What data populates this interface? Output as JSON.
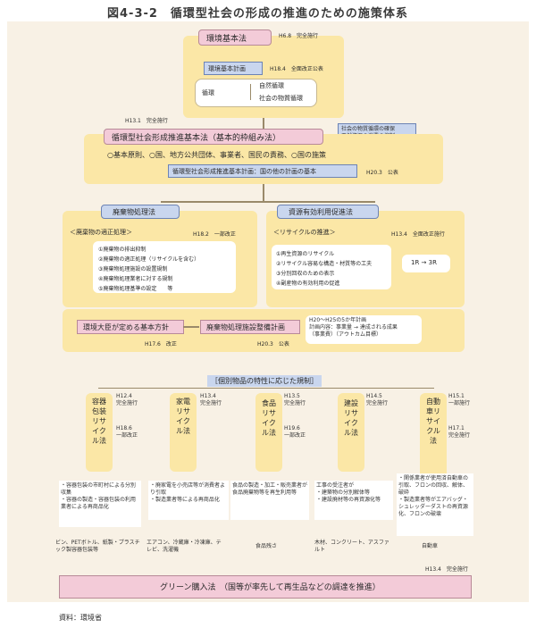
{
  "figure_title": "図4-3-2　循環型社会の形成の推進のための施策体系",
  "env_basic_law": {
    "label": "環境基本法",
    "date": "H6.8　完全施行"
  },
  "env_basic_plan": {
    "label": "環境基本計画",
    "date": "H18.4　全面改正公表"
  },
  "circulation": {
    "label": "循環",
    "items": [
      "自然循環",
      "社会の物質循環"
    ]
  },
  "society_note": "社会の物質循環の確保\n天然資源の消費の抑制\n環境負荷の低減",
  "cs_date": "H13.1　完全施行",
  "cs_law": "循環型社会形成推進基本法（基本的枠組み法）",
  "cs_principles": "○基本原則、○国、地方公共団体、事業者、国民の責務、○国の施策",
  "cs_plan": {
    "label": "循環型社会形成推進基本計画：国の他の計画の基本",
    "date": "H20.3　公表"
  },
  "waste_law": {
    "label": "廃棄物処理法",
    "subtitle": "＜廃棄物の適正処理＞",
    "date": "H18.2　一部改正",
    "items": [
      "①廃棄物の排出抑制",
      "②廃棄物の適正処理（リサイクルを含む）",
      "③廃棄物処理施設の設置規制",
      "④廃棄物処理業者に対する規制",
      "⑤廃棄物処理基準の設定　　等"
    ]
  },
  "resource_law": {
    "label": "資源有効利用促進法",
    "subtitle": "＜リサイクルの推進＞",
    "date": "H13.4　全面改正施行",
    "items": [
      "①再生資源のリサイクル",
      "②リサイクル容易な構造・材質等の工夫",
      "③分別回収のための表示",
      "④副産物の有効利用の促進"
    ],
    "badge": "1R → 3R"
  },
  "minister_policy": {
    "label": "環境大臣が定める基本方針",
    "date": "H17.6　改正"
  },
  "facility_plan": {
    "label": "廃棄物処理施設整備計画",
    "date": "H20.3　公表"
  },
  "plan_note": "H20〜H25の5か年計画\n計画内容：事業量 → 達成される成果\n（事業費）（アウトカム目標）",
  "individual_header": "［個別物品の特性に応じた規制］",
  "laws": [
    {
      "label": "容器包装リサイクル法",
      "date1": "H12.4\n完全施行",
      "date2": "H18.6\n一部改正",
      "note": "・容器包装の市町村による分別収集\n・容器の製造・容器包装の利用業者による再商品化",
      "goods": "ビン、PETボトル、紙製・プラスチック製容器包装等"
    },
    {
      "label": "家電リサイクル法",
      "date1": "H13.4\n完全施行",
      "date2": "",
      "note": "・廃家電を小売店等が消費者より引取\n・製造業者等による再商品化",
      "goods": "エアコン、冷蔵庫・冷凍庫、テレビ、洗濯機"
    },
    {
      "label": "食品リサイクル法",
      "date1": "H13.5\n完全施行",
      "date2": "H19.6\n一部改正",
      "note": "食品の製造・加工・販売業者が食品廃棄物等を再生利用等",
      "goods": "食品残さ"
    },
    {
      "label": "建設リサイクル法",
      "date1": "H14.5\n完全施行",
      "date2": "",
      "note": "工事の受注者が\n・建築物の分別解体等\n・建設廃材等の再資源化等",
      "goods": "木材、コンクリート、アスファルト"
    },
    {
      "label": "自動車リサイクル法",
      "date1": "H15.1\n一部施行",
      "date2": "H17.1\n完全施行",
      "note": "・関係業者が使用済自動車の引取、フロンの回収、解体、破砕\n・製造業者等がエアバッグ・シュレッダーダストの再資源化、フロンの破壊",
      "goods": "自動車"
    }
  ],
  "green_date": "H13.4　完全施行",
  "green_law": "グリーン購入法　（国等が率先して再生品などの調達を推進）",
  "source": "資料：環境省"
}
